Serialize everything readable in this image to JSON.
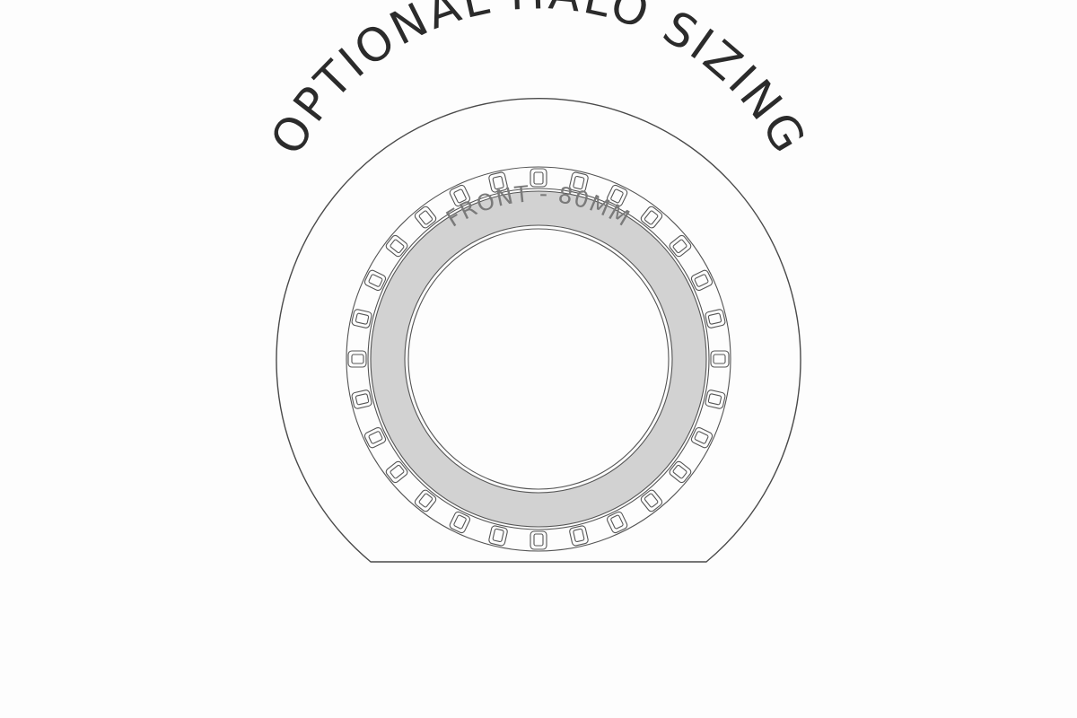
{
  "title": "OPTIONAL HALO SIZING",
  "ring_label": "FRONT - 80MM",
  "colors": {
    "background": "#fdfdfd",
    "outline": "#4a4a4a",
    "halo_ring": "#d2d2d2",
    "title_text": "#2b2b2b",
    "ring_text": "#7a7a7a"
  },
  "tooth_count": 28
}
